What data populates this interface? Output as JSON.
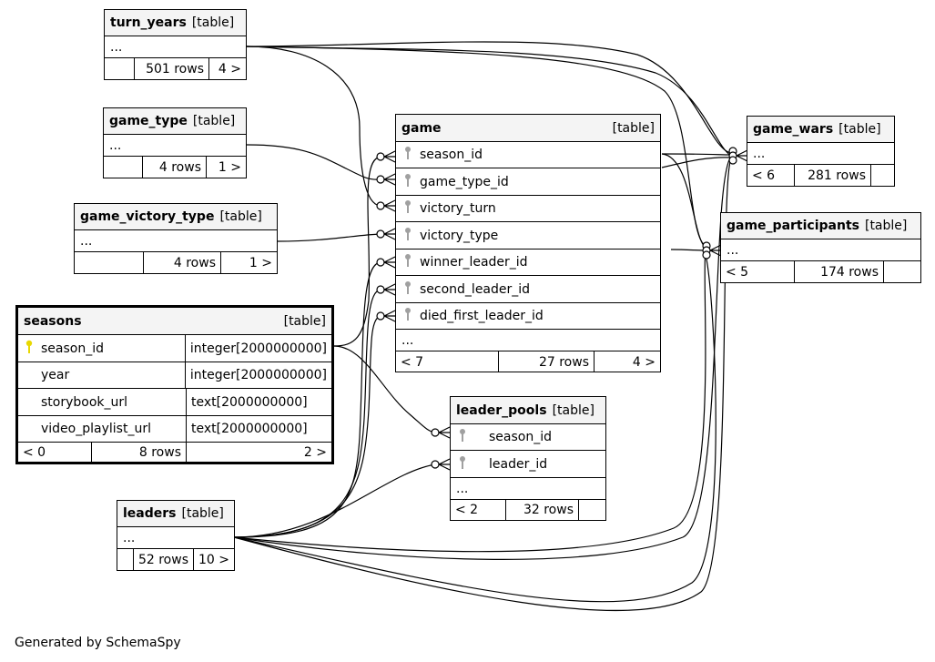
{
  "tables": {
    "turn_years": {
      "name": "turn_years",
      "type": "[table]",
      "column": "...",
      "stats": [
        "",
        "501 rows",
        "4 >"
      ]
    },
    "game_type": {
      "name": "game_type",
      "type": "[table]",
      "column": "...",
      "stats": [
        "",
        "4 rows",
        "1 >"
      ]
    },
    "game_victory_type": {
      "name": "game_victory_type",
      "type": "[table]",
      "column": "...",
      "stats": [
        "",
        "4 rows",
        "1 >"
      ]
    },
    "seasons": {
      "name": "seasons",
      "type": "[table]",
      "columns": [
        {
          "name": "season_id",
          "datatype": "integer[2000000000]",
          "key": "primary"
        },
        {
          "name": "year",
          "datatype": "integer[2000000000]",
          "key": ""
        },
        {
          "name": "storybook_url",
          "datatype": "text[2000000000]",
          "key": ""
        },
        {
          "name": "video_playlist_url",
          "datatype": "text[2000000000]",
          "key": ""
        }
      ],
      "stats": [
        "< 0",
        "8 rows",
        "2 >"
      ]
    },
    "leaders": {
      "name": "leaders",
      "type": "[table]",
      "column": "...",
      "stats": [
        "",
        "52 rows",
        "10 >"
      ]
    },
    "game": {
      "name": "game",
      "type": "[table]",
      "columns": [
        "season_id",
        "game_type_id",
        "victory_turn",
        "victory_type",
        "winner_leader_id",
        "second_leader_id",
        "died_first_leader_id"
      ],
      "ellipsis": "...",
      "stats": [
        "< 7",
        "27 rows",
        "4 >"
      ]
    },
    "leader_pools": {
      "name": "leader_pools",
      "type": "[table]",
      "columns": [
        "season_id",
        "leader_id"
      ],
      "ellipsis": "...",
      "stats": [
        "< 2",
        "32 rows",
        ""
      ]
    },
    "game_wars": {
      "name": "game_wars",
      "type": "[table]",
      "column": "...",
      "stats": [
        "< 6",
        "281 rows",
        ""
      ]
    },
    "game_participants": {
      "name": "game_participants",
      "type": "[table]",
      "column": "...",
      "stats": [
        "< 5",
        "174 rows",
        ""
      ]
    }
  },
  "colors": {
    "primary_key": "#e8d800",
    "foreign_key": "#a0a0a0",
    "header_bg": "#f4f4f4"
  },
  "footer": "Generated by SchemaSpy"
}
